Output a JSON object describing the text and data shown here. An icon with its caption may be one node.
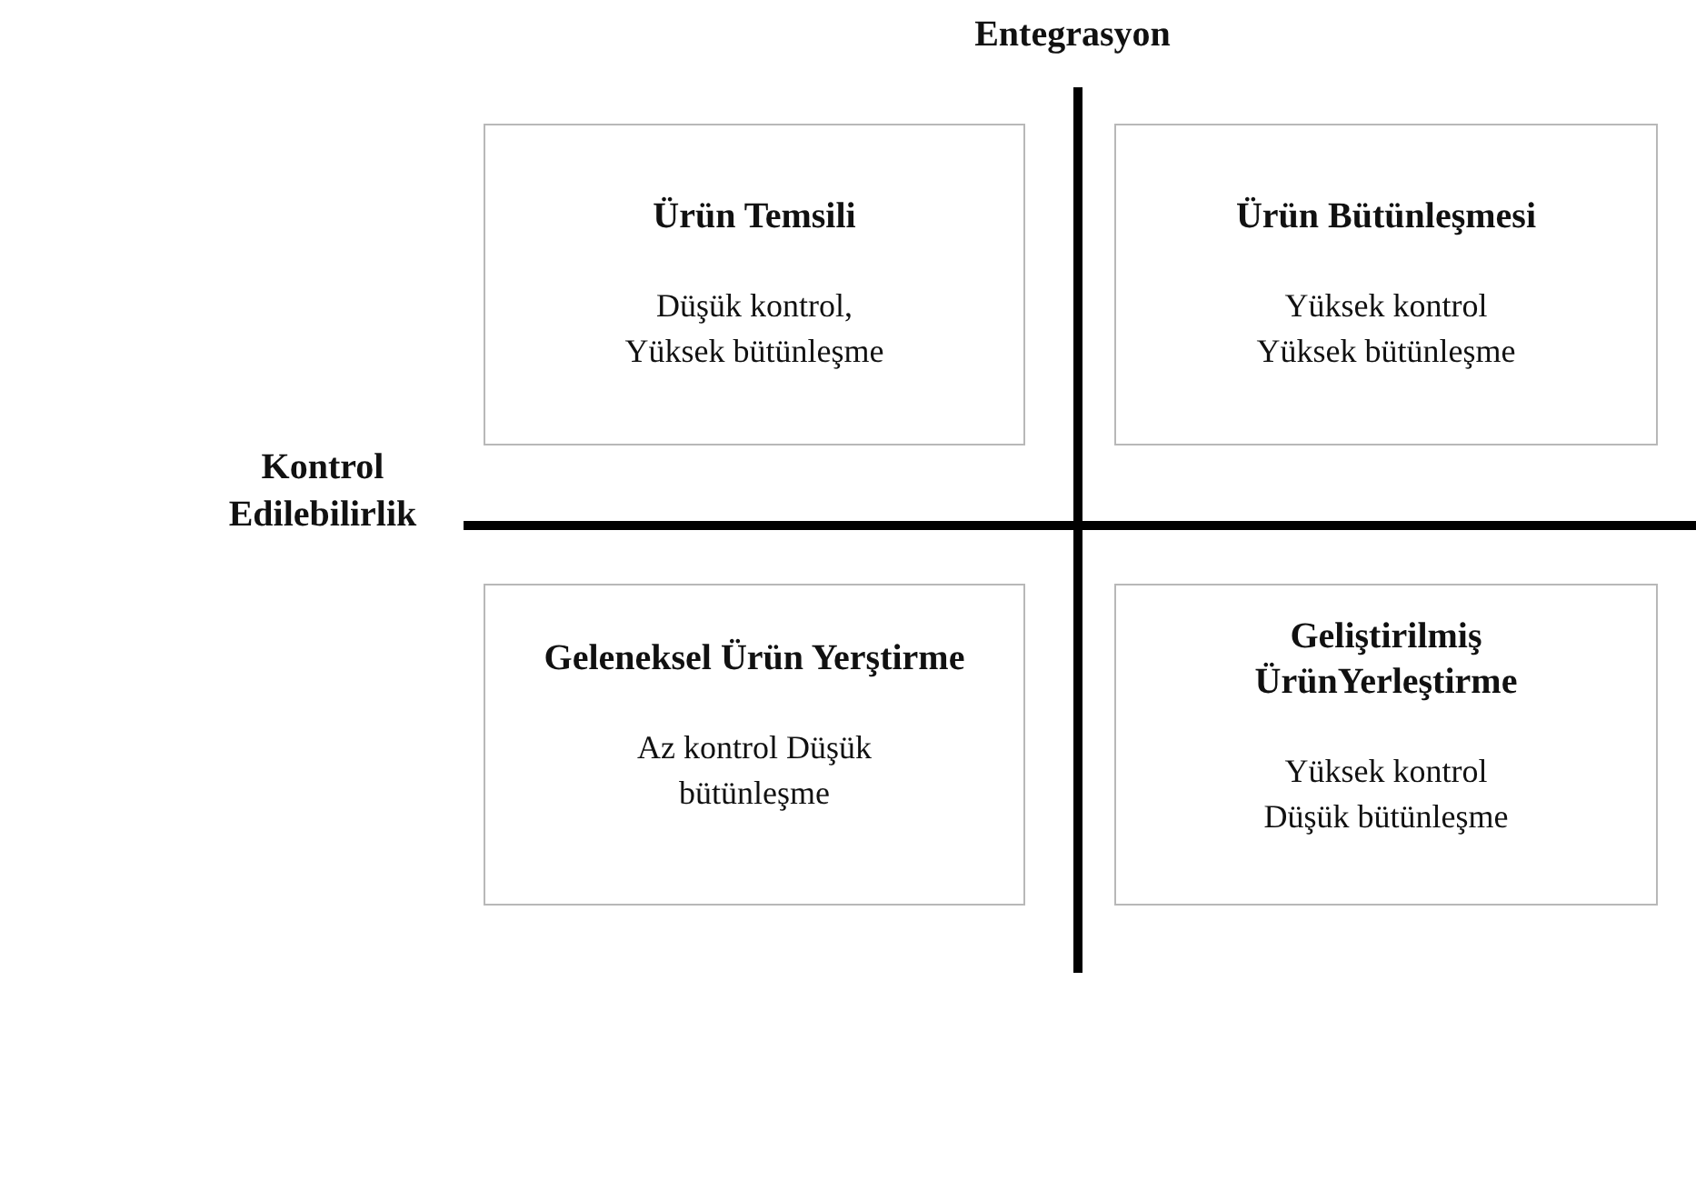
{
  "diagram": {
    "nodes": [
      {
        "text": [
          "Ürün Temsili",
          "Düşük kontrol, Yüksek bütünleşme"
        ]
      },
      {
        "text": [
          "Ürün Bütünleşmesi",
          "Yüksek kontrol Yüksek bütünleşme"
        ]
      },
      {
        "text": [
          "Geleneksel Ürün Yerştirme",
          "Az kontrol Düşük bütünleşme"
        ]
      },
      {
        "text": [
          "Geliştirilmiş ÜrünYerleştirme",
          "Yüksek kontrol Düşük bütünleşme"
        ]
      }
    ],
    "labels": [
      "Entegrasyon",
      "Kontrol Edilebilirlik"
    ]
  }
}
